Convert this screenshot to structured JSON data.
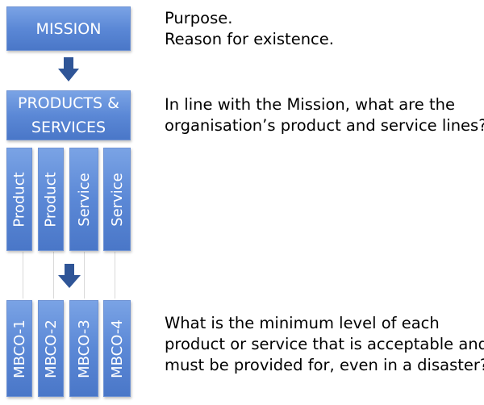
{
  "colors": {
    "box_fill": "#5b88d6",
    "box_border": "#6f93d4",
    "arrow": "#2f5597"
  },
  "mission": {
    "label": "MISSION",
    "desc_line1": "Purpose.",
    "desc_line2": "Reason for existence."
  },
  "products_services": {
    "label_line1": "PRODUCTS &",
    "label_line2": "SERVICES",
    "desc_line1": "In line with the Mission, what are the",
    "desc_line2": "organisation’s product and service lines?"
  },
  "lines": [
    "Product",
    "Product",
    "Service",
    "Service"
  ],
  "mbcos": [
    "MBCO-1",
    "MBCO-2",
    "MBCO-3",
    "MBCO-4"
  ],
  "mbco_desc": {
    "line1": "What is the minimum level of each",
    "line2": "product or service that is acceptable and",
    "line3": "must be provided for, even in a disaster?"
  }
}
